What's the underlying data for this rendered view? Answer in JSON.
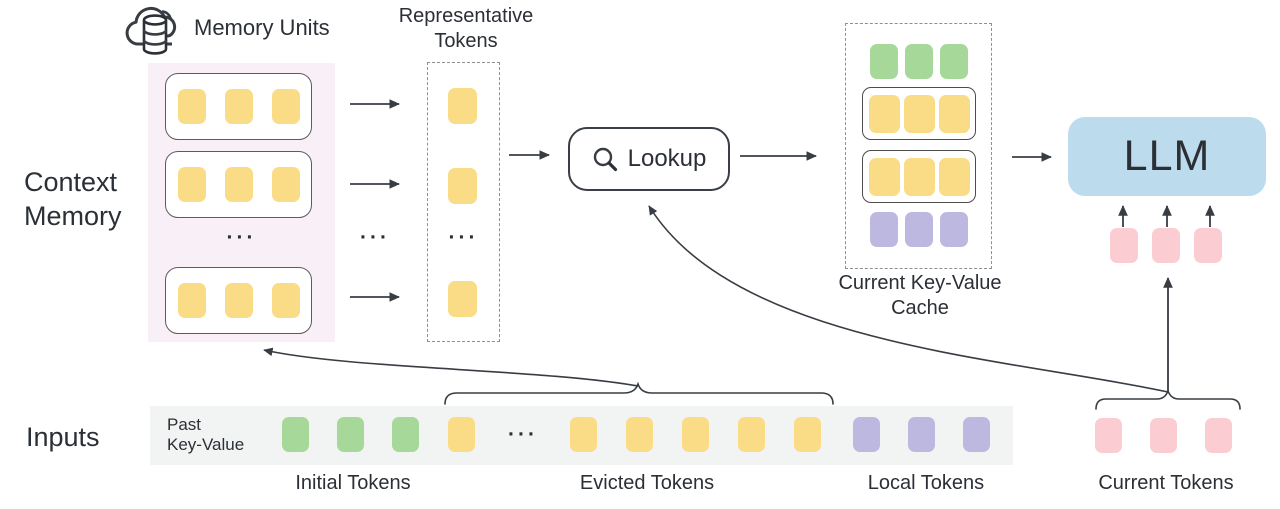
{
  "labels": {
    "context_memory": "Context\nMemory",
    "memory_units": "Memory Units",
    "representative_tokens": "Representative\nTokens",
    "lookup": "Lookup",
    "current_kv_cache": "Current Key-Value\nCache",
    "llm": "LLM",
    "inputs": "Inputs",
    "past_key_value": "Past\nKey-Value",
    "initial_tokens": "Initial Tokens",
    "evicted_tokens": "Evicted Tokens",
    "local_tokens": "Local Tokens",
    "current_tokens": "Current Tokens",
    "ellipsis": "···"
  },
  "colors": {
    "yellow": "#fadc87",
    "green": "#a6d89a",
    "purple": "#bdb8e0",
    "pink": "#fbcdd2",
    "llm_blue": "#bcdcee",
    "memory_panel_bg": "#f9eff7",
    "input_bar_bg": "#f2f4f3",
    "text": "#2b2f36",
    "line": "#383d44"
  },
  "token_groups": {
    "memory_row1": [
      "yellow",
      "yellow",
      "yellow"
    ],
    "memory_row2": [
      "yellow",
      "yellow",
      "yellow"
    ],
    "memory_row3": [
      "yellow",
      "yellow",
      "yellow"
    ],
    "rep_1": [
      "yellow"
    ],
    "rep_2": [
      "yellow"
    ],
    "rep_3": [
      "yellow"
    ],
    "cache_initial": [
      "green",
      "green",
      "green"
    ],
    "cache_retrieved_1": [
      "yellow",
      "yellow",
      "yellow"
    ],
    "cache_retrieved_2": [
      "yellow",
      "yellow",
      "yellow"
    ],
    "cache_local": [
      "purple",
      "purple",
      "purple"
    ],
    "llm_current_inputs": [
      "pink",
      "pink",
      "pink"
    ],
    "bar_initial": [
      "green",
      "green",
      "green"
    ],
    "bar_evicted_left": [
      "yellow"
    ],
    "bar_evicted_right": [
      "yellow",
      "yellow",
      "yellow",
      "yellow",
      "yellow"
    ],
    "bar_local": [
      "purple",
      "purple",
      "purple"
    ],
    "bar_current": [
      "pink",
      "pink",
      "pink"
    ]
  }
}
